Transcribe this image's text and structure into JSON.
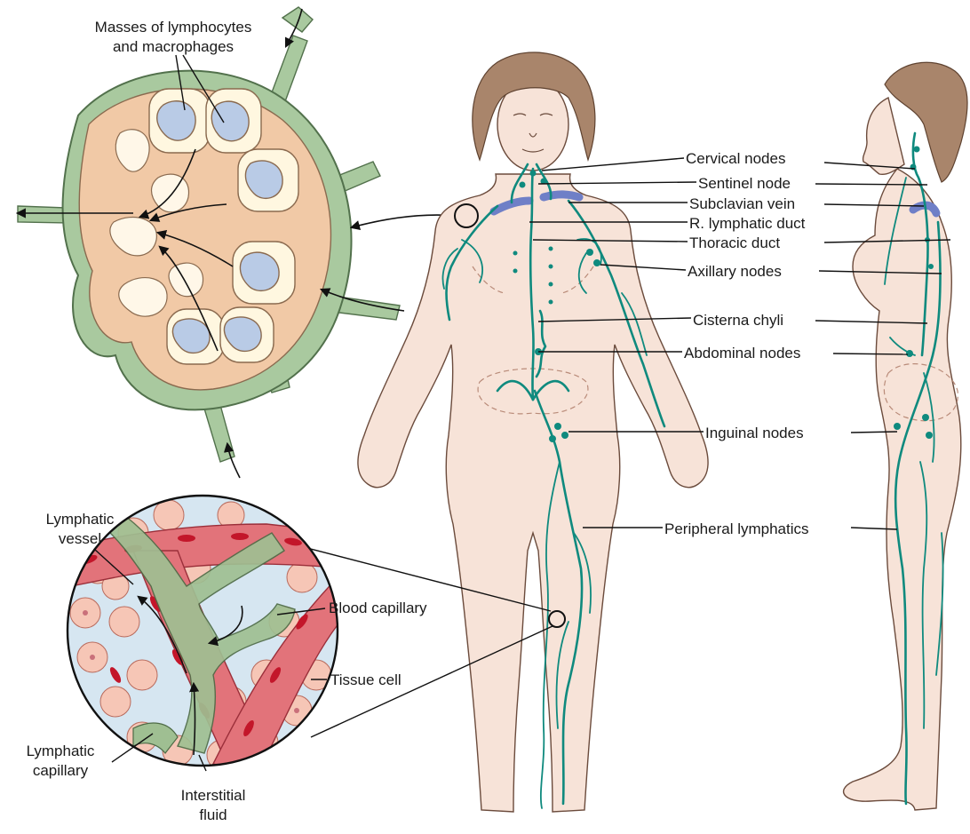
{
  "labels": {
    "masses_line1": "Masses of lymphocytes",
    "masses_line2": "and macrophages",
    "cervical": "Cervical nodes",
    "sentinel": "Sentinel node",
    "subclavian": "Subclavian vein",
    "r_lymphatic": "R. lymphatic duct",
    "thoracic": "Thoracic duct",
    "axillary": "Axillary nodes",
    "cisterna": "Cisterna chyli",
    "abdominal": "Abdominal nodes",
    "inguinal": "Inguinal nodes",
    "peripheral": "Peripheral lymphatics",
    "lymphatic_vessel_line1": "Lymphatic",
    "lymphatic_vessel_line2": "vessel",
    "blood_capillary": "Blood capillary",
    "tissue_cell": "Tissue cell",
    "lymphatic_capillary_line1": "Lymphatic",
    "lymphatic_capillary_line2": "capillary",
    "interstitial_line1": "Interstitial",
    "interstitial_line2": "fluid"
  },
  "colors": {
    "lymphatic_vessel": "#0f8a7e",
    "skin": "#f7e3d8",
    "hair": "#a9856b",
    "vein": "#6f7fc7",
    "node_capsule": "#a9c99f",
    "node_cortex": "#f1c9a6",
    "follicle": "#b9cbe6",
    "blood_capillary": "#e2737a",
    "red_cell": "#c3162a",
    "tissue_cell": "#f6c6b6"
  }
}
